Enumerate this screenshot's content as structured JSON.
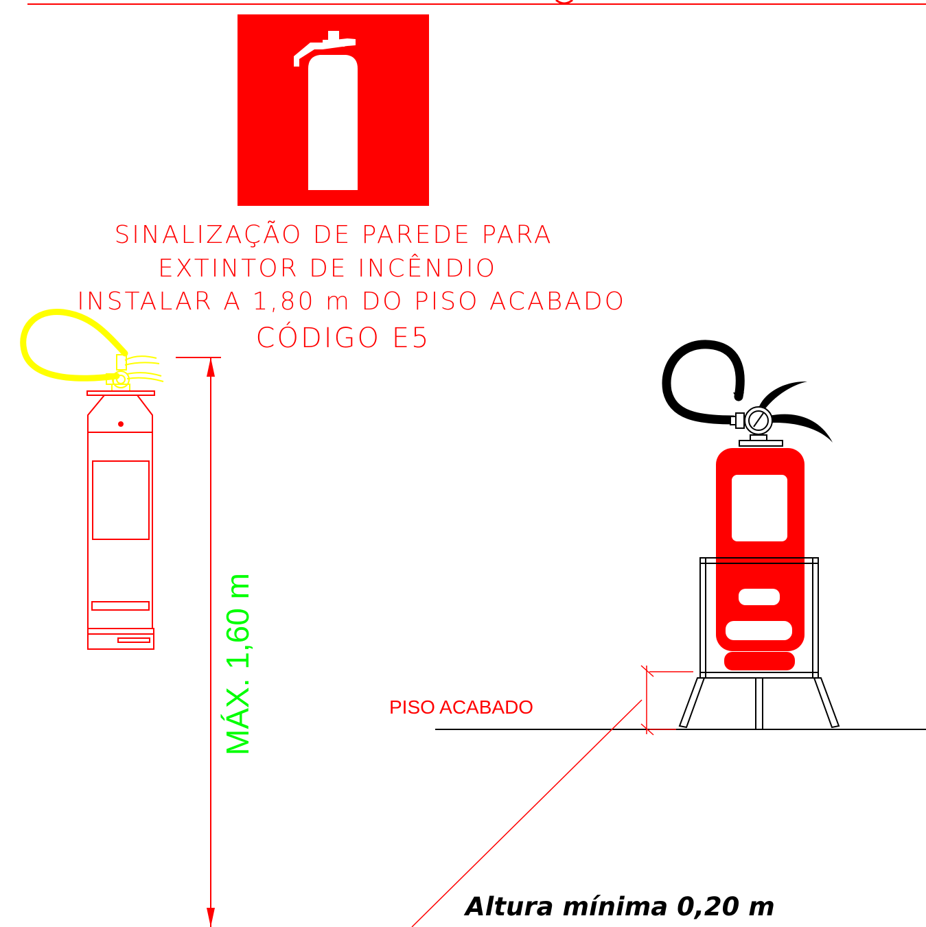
{
  "sign": {
    "caption_lines": [
      "SINALIZAÇÃO DE PAREDE PARA",
      "EXTINTOR DE INCÊNDIO",
      "INSTALAR A 1,80 m DO PISO ACABADO",
      "CÓDIGO E5"
    ]
  },
  "dimension": {
    "max_height_label": "MÁX. 1,60 m"
  },
  "floor": {
    "label": "PISO ACABADO"
  },
  "stand": {
    "min_height_label": "Altura mínima 0,20 m"
  },
  "colors": {
    "red": "#ff0000",
    "yellow": "#ffff00",
    "green": "#00ff00",
    "black": "#000000"
  },
  "icons": [
    "fire-extinguisher-sign-icon",
    "fire-extinguisher-wall-icon",
    "fire-extinguisher-stand-icon"
  ]
}
